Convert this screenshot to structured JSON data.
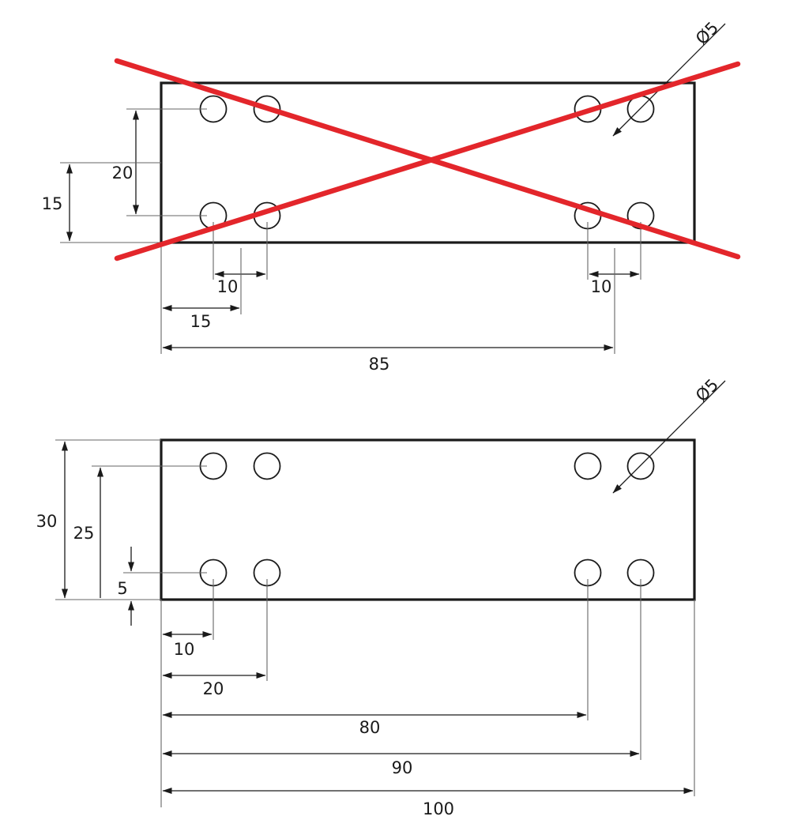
{
  "colors": {
    "outline": "#1a1a1a",
    "extension": "#666666",
    "strike": "#e3262b",
    "background": "#ffffff"
  },
  "top_view": {
    "status": "crossed-out",
    "hole_label": "Ø5",
    "dim_labels": {
      "vertical_20": "20",
      "vertical_15": "15",
      "spacing_left": "10",
      "spacing_right": "10",
      "offset_15": "15",
      "span_85": "85"
    }
  },
  "bottom_view": {
    "hole_label": "Ø5",
    "dim_labels": {
      "height_30": "30",
      "row_25": "25",
      "row_5": "5",
      "col_10": "10",
      "col_20": "20",
      "col_80": "80",
      "col_90": "90",
      "width_100": "100"
    }
  }
}
